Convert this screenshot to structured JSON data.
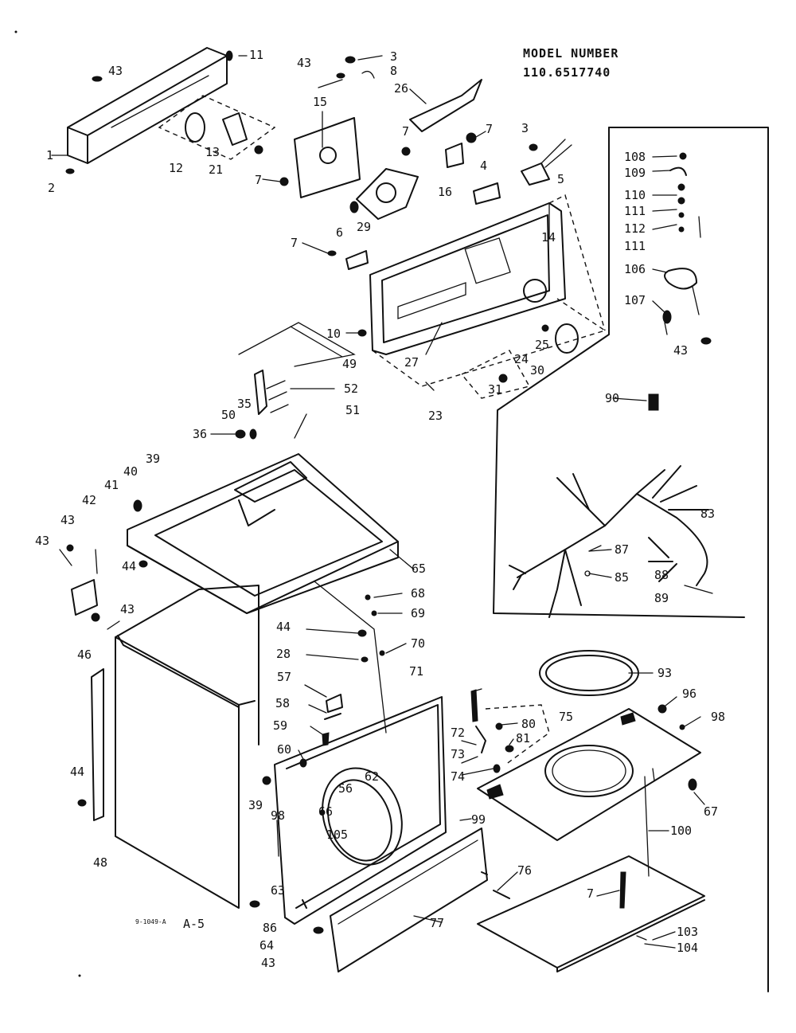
{
  "header": {
    "model_label": "MODEL NUMBER",
    "model_number": "110.6517740"
  },
  "footer": {
    "figure_code": "A-5",
    "small_code": "9-1049-A"
  },
  "callouts": [
    "1",
    "2",
    "3",
    "3",
    "4",
    "5",
    "6",
    "7",
    "7",
    "7",
    "7",
    "7",
    "8",
    "10",
    "11",
    "12",
    "13",
    "14",
    "15",
    "16",
    "21",
    "23",
    "24",
    "25",
    "26",
    "27",
    "28",
    "29",
    "30",
    "31",
    "35",
    "36",
    "39",
    "39",
    "40",
    "41",
    "42",
    "43",
    "43",
    "43",
    "43",
    "43",
    "43",
    "43",
    "44",
    "44",
    "44",
    "46",
    "48",
    "49",
    "50",
    "51",
    "52",
    "56",
    "57",
    "58",
    "59",
    "60",
    "62",
    "63",
    "64",
    "65",
    "66",
    "67",
    "68",
    "69",
    "70",
    "71",
    "72",
    "73",
    "74",
    "75",
    "76",
    "77",
    "80",
    "81",
    "83",
    "85",
    "86",
    "87",
    "88",
    "89",
    "90",
    "93",
    "96",
    "98",
    "98",
    "99",
    "100",
    "103",
    "104",
    "105",
    "106",
    "107",
    "108",
    "109",
    "110",
    "111",
    "111",
    "112"
  ]
}
